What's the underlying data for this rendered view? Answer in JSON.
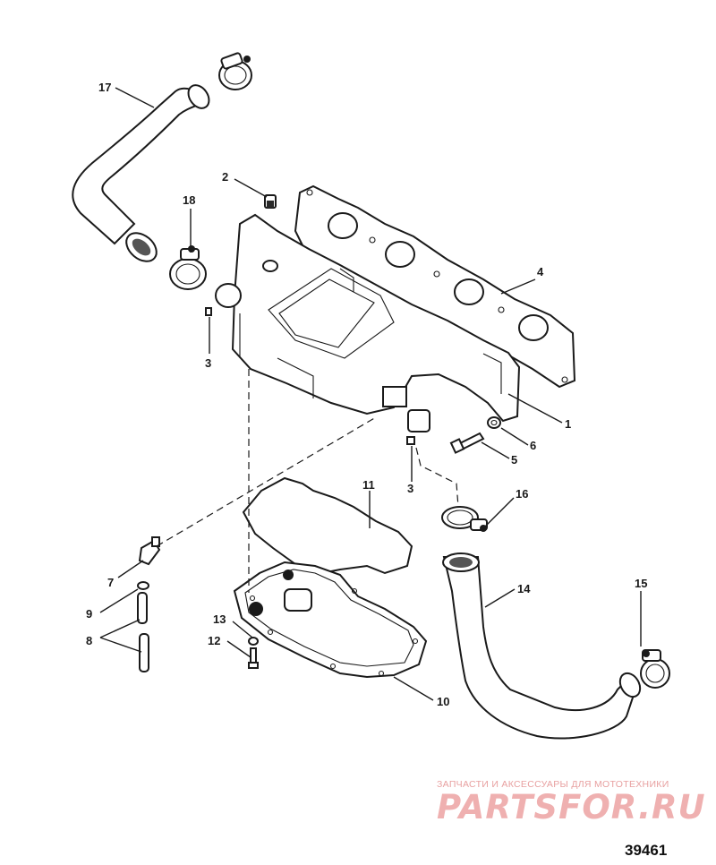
{
  "callouts": {
    "c1": "1",
    "c2": "2",
    "c3a": "3",
    "c3b": "3",
    "c4": "4",
    "c5": "5",
    "c6": "6",
    "c7": "7",
    "c8": "8",
    "c9": "9",
    "c10": "10",
    "c11": "11",
    "c12": "12",
    "c13": "13",
    "c14": "14",
    "c15": "15",
    "c16": "16",
    "c17": "17",
    "c18": "18"
  },
  "watermark": {
    "caption": "ЗАПЧАСТИ И АКСЕССУАРЫ ДЛЯ МОТОТЕХНИКИ",
    "logo": "PARTSFOR.RU"
  },
  "figure_number": "39461"
}
